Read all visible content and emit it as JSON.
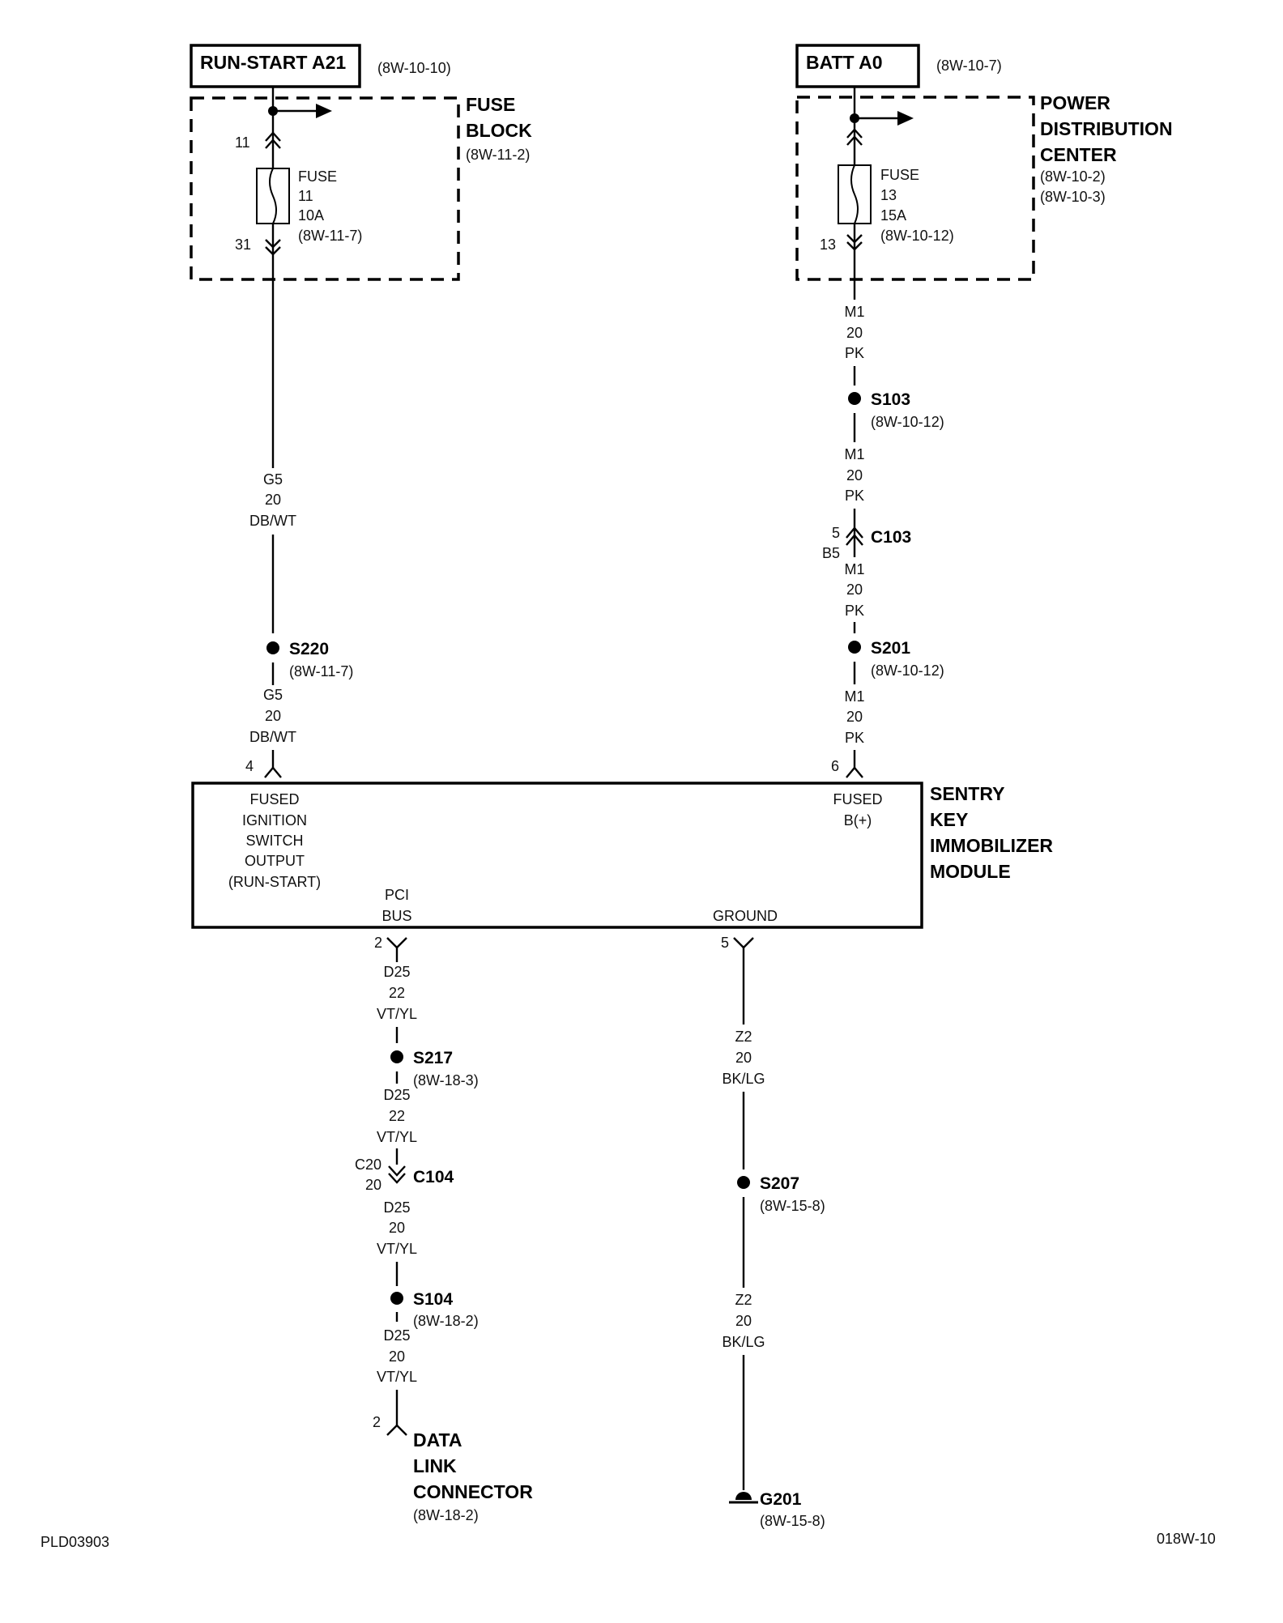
{
  "fuse_block": {
    "source_label": "RUN-START A21",
    "source_ref": "(8W-10-10)",
    "title_line1": "FUSE",
    "title_line2": "BLOCK",
    "ref": "(8W-11-2)",
    "pin_top": "11",
    "pin_bottom": "31",
    "fuse_l1": "FUSE",
    "fuse_l2": "11",
    "fuse_l3": "10A",
    "fuse_ref": "(8W-11-7)"
  },
  "pdc": {
    "source_label": "BATT A0",
    "source_ref": "(8W-10-7)",
    "title_line1": "POWER",
    "title_line2": "DISTRIBUTION",
    "title_line3": "CENTER",
    "ref1": "(8W-10-2)",
    "ref2": "(8W-10-3)",
    "pin_bottom": "13",
    "fuse_l1": "FUSE",
    "fuse_l2": "13",
    "fuse_l3": "15A",
    "fuse_ref": "(8W-10-12)"
  },
  "left_circuit": {
    "wire1": [
      "G5",
      "20",
      "DB/WT"
    ],
    "splice": "S220",
    "splice_ref": "(8W-11-7)",
    "wire2": [
      "G5",
      "20",
      "DB/WT"
    ],
    "pin": "4"
  },
  "right_circuit": {
    "wire1": [
      "M1",
      "20",
      "PK"
    ],
    "splice1": "S103",
    "splice1_ref": "(8W-10-12)",
    "wire2": [
      "M1",
      "20",
      "PK"
    ],
    "conn_pin_a": "5",
    "conn_pin_b": "B5",
    "conn": "C103",
    "wire3": [
      "M1",
      "20",
      "PK"
    ],
    "splice2": "S201",
    "splice2_ref": "(8W-10-12)",
    "wire4": [
      "M1",
      "20",
      "PK"
    ],
    "pin": "6"
  },
  "module": {
    "name_l1": "SENTRY",
    "name_l2": "KEY",
    "name_l3": "IMMOBILIZER",
    "name_l4": "MODULE",
    "ign_l1": "FUSED",
    "ign_l2": "IGNITION",
    "ign_l3": "SWITCH",
    "ign_l4": "OUTPUT",
    "ign_l5": "(RUN-START)",
    "batt_l1": "FUSED",
    "batt_l2": "B(+)",
    "pci_l1": "PCI",
    "pci_l2": "BUS",
    "gnd": "GROUND"
  },
  "pci_circuit": {
    "pin": "2",
    "wire1": [
      "D25",
      "22",
      "VT/YL"
    ],
    "splice1": "S217",
    "splice1_ref": "(8W-18-3)",
    "wire2": [
      "D25",
      "22",
      "VT/YL"
    ],
    "conn_pin_a": "C20",
    "conn_pin_b": "20",
    "conn": "C104",
    "wire3": [
      "D25",
      "20",
      "VT/YL"
    ],
    "splice2": "S104",
    "splice2_ref": "(8W-18-2)",
    "wire4": [
      "D25",
      "20",
      "VT/YL"
    ],
    "dlc_pin": "2",
    "dlc_l1": "DATA",
    "dlc_l2": "LINK",
    "dlc_l3": "CONNECTOR",
    "dlc_ref": "(8W-18-2)"
  },
  "ground_circuit": {
    "pin": "5",
    "wire1": [
      "Z2",
      "20",
      "BK/LG"
    ],
    "splice": "S207",
    "splice_ref": "(8W-15-8)",
    "wire2": [
      "Z2",
      "20",
      "BK/LG"
    ],
    "ground": "G201",
    "ground_ref": "(8W-15-8)"
  },
  "footer": {
    "left_code": "PLD03903",
    "right_code": "018W-10"
  }
}
